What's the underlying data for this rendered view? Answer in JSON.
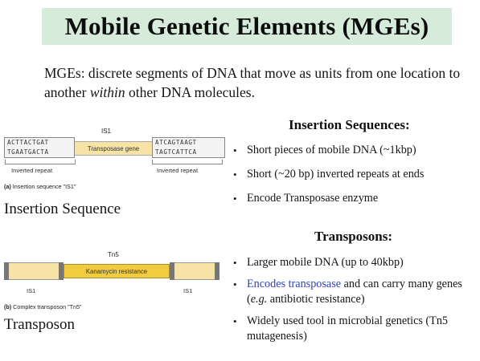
{
  "title": "Mobile Genetic Elements (MGEs)",
  "intro": {
    "part1": "MGEs: discrete segments of DNA that move as units from one location to another ",
    "emphasis": "within",
    "part2": " other DNA molecules."
  },
  "insertion_diagram": {
    "element_label": "IS1",
    "left_repeat_top": "ACTTACTGAT",
    "left_repeat_bottom": "TGAATGACTA",
    "gene_label": "Transposase gene",
    "right_repeat_top": "ATCAGTAAGT",
    "right_repeat_bottom": "TAGTCATTCA",
    "left_repeat_label": "Inverted repeat",
    "right_repeat_label": "Inverted repeat",
    "caption_letter": "(a)",
    "caption_text": " Insertion sequence \"IS1\"",
    "title": "Insertion Sequence"
  },
  "transposon_diagram": {
    "element_label": "Tn5",
    "resistance_label": "Kanamycin resistance",
    "left_is_label": "IS1",
    "right_is_label": "IS1",
    "caption_letter": "(b)",
    "caption_text": " Complex transposon \"Tn5\"",
    "title": "Transposon"
  },
  "insertion_sequences": {
    "heading": "Insertion Sequences:",
    "bullets": [
      "Short pieces of mobile DNA (~1kbp)",
      "Short (~20 bp) inverted repeats at ends",
      "Encode Transposase enzyme"
    ]
  },
  "transposons": {
    "heading": "Transposons:",
    "bullet1": "Larger mobile DNA (up to 40kbp)",
    "bullet2_link": "Encodes transposase",
    "bullet2_rest_a": " and can carry many genes (",
    "bullet2_italic": "e.g.",
    "bullet2_rest_b": " antibiotic resistance)",
    "bullet3": "Widely used tool in microbial genetics (Tn5 mutagenesis)"
  },
  "bullet_symbol": "•",
  "colors": {
    "title_bg": "#d6ebd9",
    "gene_fill": "#f7e3a6",
    "resistance_fill": "#f2cc3f",
    "link": "#2f3fc4"
  }
}
